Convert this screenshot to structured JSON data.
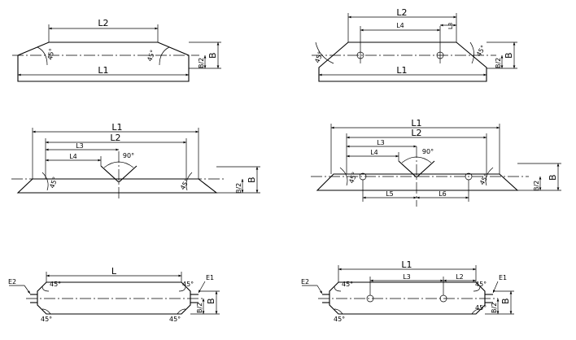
{
  "diagrams": [
    {
      "labels": {
        "l2": "L2",
        "l1": "L1",
        "angle_left": "45°",
        "angle_right": "45°",
        "b2": "B/2",
        "b": "B"
      }
    },
    {
      "labels": {
        "l2": "L2",
        "l4": "L4",
        "l3": "L3",
        "l1": "L1",
        "angle_left": "45°",
        "angle_right": "45°",
        "b2": "B/2",
        "b": "B"
      }
    },
    {
      "labels": {
        "l1": "L1",
        "l2": "L2",
        "l3": "L3",
        "l4": "L4",
        "angle_notch": "90°",
        "angle_left": "45°",
        "angle_right": "45°",
        "b2": "B/2",
        "b": "B"
      }
    },
    {
      "labels": {
        "l1": "L1",
        "l2": "L2",
        "l3": "L3",
        "l4": "L4",
        "angle_notch": "90°",
        "angle_left": "45°",
        "angle_right": "45°",
        "l5": "L5",
        "l6": "L6",
        "b2": "B/2",
        "b": "B"
      }
    },
    {
      "labels": {
        "e2": "E2",
        "l": "L",
        "e1": "E1",
        "angle_tl": "45°",
        "angle_tr": "45°",
        "angle_bl": "45°",
        "angle_br": "45°",
        "b2": "B/2",
        "b": "B"
      }
    },
    {
      "labels": {
        "e2": "E2",
        "l1": "L1",
        "l3": "L3",
        "l2": "L2",
        "e1": "E1",
        "angle_tl": "45°",
        "angle_tr": "45°",
        "angle_bl": "45°",
        "angle_br": "45°",
        "b2": "B/2",
        "b": "B"
      }
    }
  ]
}
